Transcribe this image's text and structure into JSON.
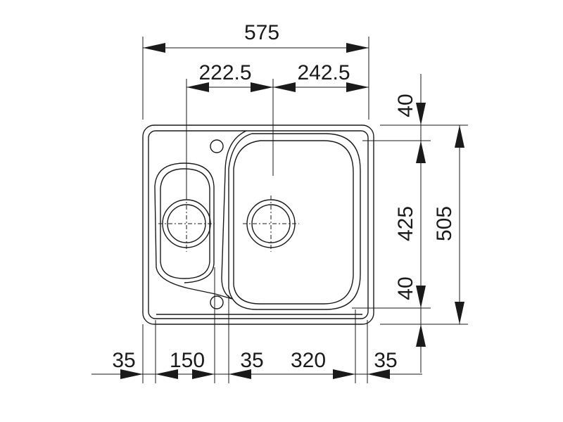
{
  "drawing": {
    "dimensions": {
      "overall_width": "575",
      "left_bowl_center_offset": "222.5",
      "right_bowl_center_offset": "242.5",
      "top_margin": "40",
      "right_bowl_height": "425",
      "overall_height": "505",
      "bottom_margin": "40",
      "left_rim": "35",
      "left_bowl_width": "150",
      "middle_divider": "35",
      "right_bowl_width": "320",
      "right_rim": "35"
    },
    "line_color": "#1a1a1a",
    "background": "#ffffff"
  }
}
